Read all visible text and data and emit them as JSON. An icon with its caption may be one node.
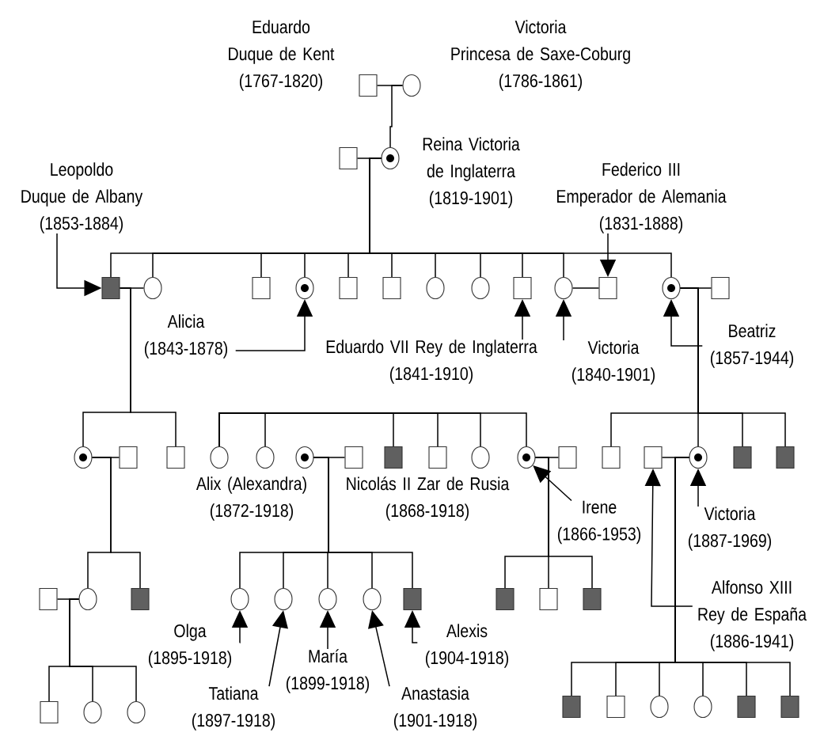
{
  "diagram": {
    "nodes": [
      {
        "text": [],
        "shape": "square",
        "beside": [
          "Eduardo",
          "Duque de Kent",
          "(1767-1820)"
        ]
      },
      {
        "text": [],
        "shape": "circle",
        "beside": [
          "Victoria",
          "Princesa de Saxe-Coburg",
          "(1786-1861)"
        ]
      },
      {
        "text": [],
        "shape": "square"
      },
      {
        "text": [],
        "shape": "dotted-circle",
        "beside": [
          "Reina Victoria de Inglaterra",
          "(1819-1901)"
        ]
      },
      {
        "text": [
          "Leopoldo",
          "Duque de Albany",
          "(1853-1884)"
        ]
      },
      {
        "text": [
          "Federico III",
          "Emperador de Alemania",
          "(1831-1888)"
        ]
      },
      {
        "text": [],
        "shape": "filled-square"
      },
      {
        "text": [],
        "shape": "circle"
      },
      {
        "text": [],
        "shape": "square"
      },
      {
        "text": [],
        "shape": "dotted-circle"
      },
      {
        "text": [],
        "shape": "square"
      },
      {
        "text": [],
        "shape": "square"
      },
      {
        "text": [],
        "shape": "circle"
      },
      {
        "text": [],
        "shape": "circle"
      },
      {
        "text": [],
        "shape": "square"
      },
      {
        "text": [],
        "shape": "circle"
      },
      {
        "text": [],
        "shape": "square"
      },
      {
        "text": [],
        "shape": "dotted-circle"
      },
      {
        "text": [],
        "shape": "square"
      },
      {
        "text": [
          "Alicia",
          "(1843-1878)"
        ]
      },
      {
        "text": [
          "Eduardo VII Rey de Inglaterra",
          "(1841-1910)"
        ]
      },
      {
        "text": [
          "Victoria",
          "(1840-1901)"
        ]
      },
      {
        "text": [
          "Beatriz",
          "(1857-1944)"
        ]
      },
      {
        "text": [],
        "shape": "dotted-circle"
      },
      {
        "text": [],
        "shape": "square"
      },
      {
        "text": [],
        "shape": "square"
      },
      {
        "text": [],
        "shape": "circle"
      },
      {
        "text": [],
        "shape": "circle"
      },
      {
        "text": [],
        "shape": "dotted-circle",
        "beside": [
          "Alix (Alexandra)",
          "(1872-1918)"
        ]
      },
      {
        "text": [],
        "shape": "square",
        "beside": [
          "Nicolás II Zar de Rusia",
          "(1868-1918)"
        ]
      },
      {
        "text": [],
        "shape": "filled-square"
      },
      {
        "text": [],
        "shape": "square"
      },
      {
        "text": [],
        "shape": "circle"
      },
      {
        "text": [],
        "shape": "dotted-circle"
      },
      {
        "text": [],
        "shape": "square"
      },
      {
        "text": [],
        "shape": "square"
      },
      {
        "text": [],
        "shape": "square"
      },
      {
        "text": [],
        "shape": "dotted-circle"
      },
      {
        "text": [],
        "shape": "filled-square"
      },
      {
        "text": [],
        "shape": "filled-square"
      },
      {
        "text": [
          "Irene",
          "(1866-1953)"
        ]
      },
      {
        "text": [
          "Victoria",
          "(1887-1969)"
        ]
      },
      {
        "text": [],
        "shape": "square"
      },
      {
        "text": [],
        "shape": "circle"
      },
      {
        "text": [],
        "shape": "filled-square"
      },
      {
        "text": [],
        "shape": "circle"
      },
      {
        "text": [],
        "shape": "circle"
      },
      {
        "text": [],
        "shape": "circle"
      },
      {
        "text": [],
        "shape": "circle"
      },
      {
        "text": [],
        "shape": "filled-square"
      },
      {
        "text": [],
        "shape": "filled-square"
      },
      {
        "text": [],
        "shape": "square"
      },
      {
        "text": [],
        "shape": "filled-square"
      },
      {
        "text": [
          "Alfonso XIII",
          "Rey de España",
          "(1886-1941)"
        ]
      },
      {
        "text": [
          "Olga",
          "(1895-1918)"
        ]
      },
      {
        "text": [
          "Alexis",
          "(1904-1918)"
        ]
      },
      {
        "text": [
          "María",
          "(1899-1918)"
        ]
      },
      {
        "text": [
          "Tatiana",
          "(1897-1918)"
        ]
      },
      {
        "text": [
          "Anastasia",
          "(1901-1918)"
        ]
      },
      {
        "text": [],
        "shape": "square"
      },
      {
        "text": [],
        "shape": "circle"
      },
      {
        "text": [],
        "shape": "circle"
      },
      {
        "text": [],
        "shape": "filled-square"
      },
      {
        "text": [],
        "shape": "square"
      },
      {
        "text": [],
        "shape": "circle"
      },
      {
        "text": [],
        "shape": "circle"
      },
      {
        "text": [],
        "shape": "filled-square"
      },
      {
        "text": [],
        "shape": "filled-square"
      }
    ],
    "edges": [
      {
        "from": 0,
        "to": 1,
        "arrow": "none"
      },
      {
        "from": 1,
        "to": 3,
        "arrow": "none"
      },
      {
        "from": 2,
        "to": 3,
        "arrow": "none"
      },
      {
        "from": 3,
        "to": 6,
        "arrow": "none"
      },
      {
        "from": 3,
        "to": 7,
        "arrow": "none"
      },
      {
        "from": 3,
        "to": 8,
        "arrow": "none"
      },
      {
        "from": 3,
        "to": 9,
        "arrow": "none"
      },
      {
        "from": 3,
        "to": 10,
        "arrow": "none"
      },
      {
        "from": 3,
        "to": 11,
        "arrow": "none"
      },
      {
        "from": 3,
        "to": 12,
        "arrow": "none"
      },
      {
        "from": 3,
        "to": 13,
        "arrow": "none"
      },
      {
        "from": 3,
        "to": 14,
        "arrow": "none"
      },
      {
        "from": 3,
        "to": 15,
        "arrow": "none"
      },
      {
        "from": 3,
        "to": 17,
        "arrow": "none"
      },
      {
        "from": 4,
        "to": 6,
        "arrow": "to"
      },
      {
        "from": 5,
        "to": 16,
        "arrow": "to"
      },
      {
        "from": 6,
        "to": 7,
        "arrow": "none"
      },
      {
        "from": 15,
        "to": 16,
        "arrow": "none"
      },
      {
        "from": 17,
        "to": 18,
        "arrow": "none"
      },
      {
        "from": 19,
        "to": 9,
        "arrow": "to"
      },
      {
        "from": 20,
        "to": 14,
        "arrow": "to"
      },
      {
        "from": 21,
        "to": 15,
        "arrow": "to"
      },
      {
        "from": 22,
        "to": 17,
        "arrow": "to"
      },
      {
        "from": 6,
        "to": 23,
        "arrow": "none"
      },
      {
        "from": 6,
        "to": 25,
        "arrow": "none"
      },
      {
        "from": 26,
        "to": 27,
        "arrow": "none"
      },
      {
        "from": 26,
        "to": 30,
        "arrow": "none"
      },
      {
        "from": 26,
        "to": 31,
        "arrow": "none"
      },
      {
        "from": 26,
        "to": 32,
        "arrow": "none"
      },
      {
        "from": 26,
        "to": 33,
        "arrow": "none"
      },
      {
        "from": 17,
        "to": 35,
        "arrow": "none"
      },
      {
        "from": 17,
        "to": 37,
        "arrow": "none"
      },
      {
        "from": 17,
        "to": 38,
        "arrow": "none"
      },
      {
        "from": 17,
        "to": 39,
        "arrow": "none"
      },
      {
        "from": 23,
        "to": 24,
        "arrow": "none"
      },
      {
        "from": 28,
        "to": 29,
        "arrow": "none"
      },
      {
        "from": 33,
        "to": 34,
        "arrow": "none"
      },
      {
        "from": 36,
        "to": 37,
        "arrow": "none"
      },
      {
        "from": 40,
        "to": 33,
        "arrow": "to"
      },
      {
        "from": 41,
        "to": 37,
        "arrow": "to"
      },
      {
        "from": 53,
        "to": 36,
        "arrow": "to"
      },
      {
        "from": 23,
        "to": 43,
        "arrow": "none"
      },
      {
        "from": 23,
        "to": 44,
        "arrow": "none"
      },
      {
        "from": 42,
        "to": 43,
        "arrow": "none"
      },
      {
        "from": 28,
        "to": 45,
        "arrow": "none"
      },
      {
        "from": 28,
        "to": 46,
        "arrow": "none"
      },
      {
        "from": 28,
        "to": 47,
        "arrow": "none"
      },
      {
        "from": 28,
        "to": 48,
        "arrow": "none"
      },
      {
        "from": 28,
        "to": 49,
        "arrow": "none"
      },
      {
        "from": 33,
        "to": 50,
        "arrow": "none"
      },
      {
        "from": 33,
        "to": 51,
        "arrow": "none"
      },
      {
        "from": 33,
        "to": 52,
        "arrow": "none"
      },
      {
        "from": 54,
        "to": 45,
        "arrow": "to"
      },
      {
        "from": 57,
        "to": 46,
        "arrow": "to"
      },
      {
        "from": 56,
        "to": 47,
        "arrow": "to"
      },
      {
        "from": 58,
        "to": 48,
        "arrow": "to"
      },
      {
        "from": 55,
        "to": 49,
        "arrow": "to"
      },
      {
        "from": 43,
        "to": 59,
        "arrow": "none"
      },
      {
        "from": 43,
        "to": 60,
        "arrow": "none"
      },
      {
        "from": 43,
        "to": 61,
        "arrow": "none"
      },
      {
        "from": 37,
        "to": 62,
        "arrow": "none"
      },
      {
        "from": 37,
        "to": 63,
        "arrow": "none"
      },
      {
        "from": 37,
        "to": 64,
        "arrow": "none"
      },
      {
        "from": 37,
        "to": 65,
        "arrow": "none"
      },
      {
        "from": 37,
        "to": 66,
        "arrow": "none"
      },
      {
        "from": 37,
        "to": 67,
        "arrow": "none"
      }
    ]
  }
}
